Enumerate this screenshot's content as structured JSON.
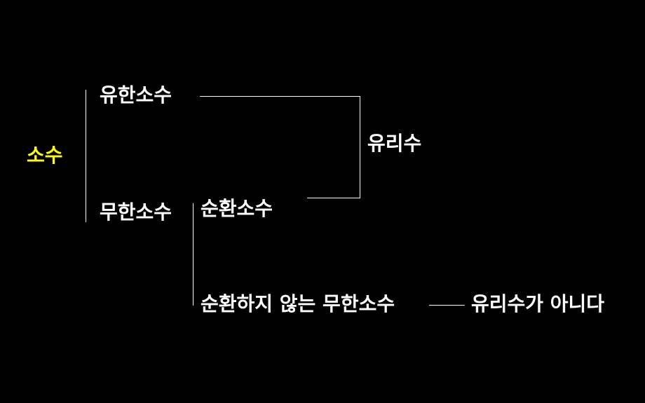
{
  "colors": {
    "background": "#000000",
    "text": "#ffffff",
    "highlight": "#ffff00"
  },
  "nodes": {
    "decimal": "소수",
    "finite_decimal": "유한소수",
    "infinite_decimal": "무한소수",
    "rational": "유리수",
    "repeating_decimal": "순환소수",
    "non_repeating_infinite": "순환하지 않는 무한소수",
    "not_rational": "유리수가 아니다"
  }
}
